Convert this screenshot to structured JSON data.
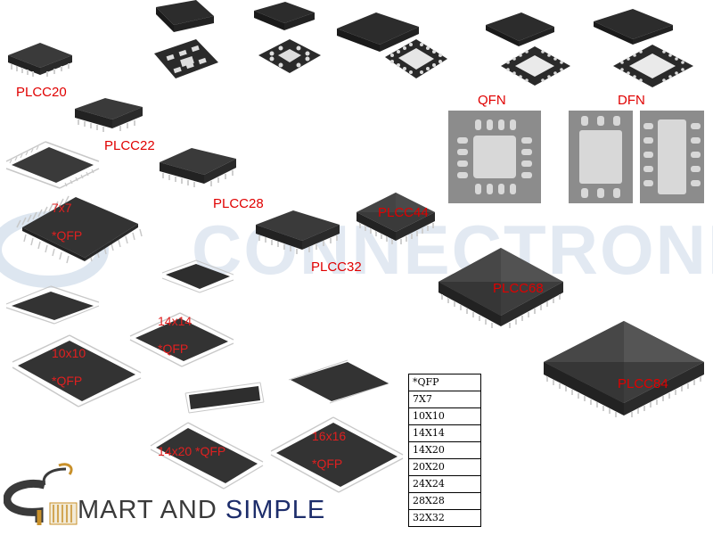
{
  "labels": {
    "plcc20": "PLCC20",
    "plcc22": "PLCC22",
    "plcc28": "PLCC28",
    "plcc32": "PLCC32",
    "plcc44": "PLCC44",
    "plcc68": "PLCC68",
    "plcc84": "PLCC84",
    "qfn": "QFN",
    "dfn": "DFN",
    "qfp7_size": "7x7",
    "qfp7_type": "*QFP",
    "qfp14_size": "14x14",
    "qfp14_type": "*QFP",
    "qfp10_size": "10x10",
    "qfp10_type": "*QFP",
    "qfp1420": "14x20 *QFP",
    "qfp16_size": "16x16",
    "qfp16_type": "*QFP"
  },
  "watermark": "CONNECTRONICS",
  "size_table": [
    "*QFP",
    "7X7",
    "10X10",
    "14X14",
    "14X20",
    "20X20",
    "24X24",
    "28X28",
    "32X32"
  ],
  "logo": {
    "part1": "MART AND ",
    "part2": "SIMPLE"
  },
  "colors": {
    "label_red": "#e00000",
    "chip_body": "#3a3a3a",
    "pin_silver": "#c8c8c8",
    "logo_blue": "#1d2d6b",
    "logo_gold": "#c8902a"
  }
}
